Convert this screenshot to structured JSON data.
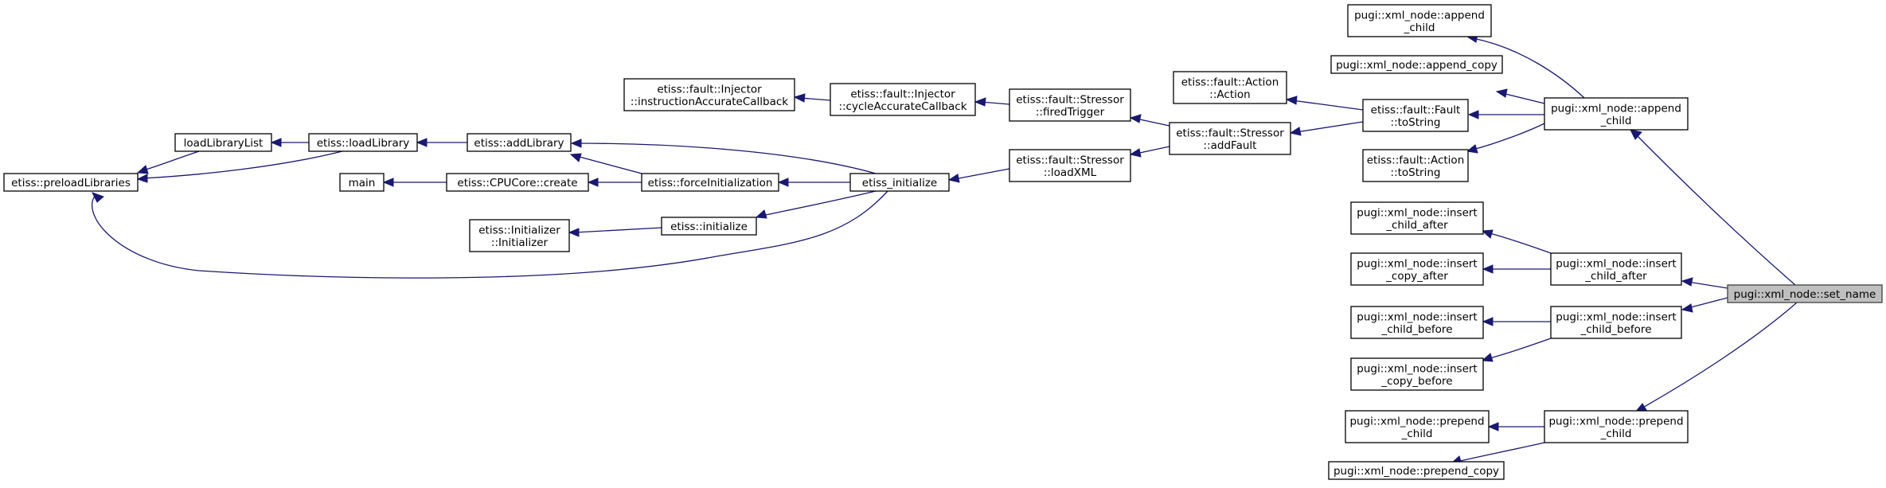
{
  "graph": {
    "nodes": [
      {
        "id": "set_name",
        "lines": [
          "pugi::xml_node::set_name"
        ],
        "highlight": true
      },
      {
        "id": "append_child_r",
        "lines": [
          "pugi::xml_node::append",
          "_child"
        ]
      },
      {
        "id": "insert_child_after_r",
        "lines": [
          "pugi::xml_node::insert",
          "_child_after"
        ]
      },
      {
        "id": "insert_child_before_r",
        "lines": [
          "pugi::xml_node::insert",
          "_child_before"
        ]
      },
      {
        "id": "prepend_child_r",
        "lines": [
          "pugi::xml_node::prepend",
          "_child"
        ]
      },
      {
        "id": "append_child_l",
        "lines": [
          "pugi::xml_node::append",
          "_child"
        ]
      },
      {
        "id": "append_copy",
        "lines": [
          "pugi::xml_node::append_copy"
        ]
      },
      {
        "id": "fault_tostring",
        "lines": [
          "etiss::fault::Fault",
          "::toString"
        ]
      },
      {
        "id": "action_tostring",
        "lines": [
          "etiss::fault::Action",
          "::toString"
        ]
      },
      {
        "id": "insert_child_after_l",
        "lines": [
          "pugi::xml_node::insert",
          "_child_after"
        ]
      },
      {
        "id": "insert_copy_after",
        "lines": [
          "pugi::xml_node::insert",
          "_copy_after"
        ]
      },
      {
        "id": "insert_child_before_l",
        "lines": [
          "pugi::xml_node::insert",
          "_child_before"
        ]
      },
      {
        "id": "insert_copy_before",
        "lines": [
          "pugi::xml_node::insert",
          "_copy_before"
        ]
      },
      {
        "id": "prepend_child_l",
        "lines": [
          "pugi::xml_node::prepend",
          "_child"
        ]
      },
      {
        "id": "prepend_copy",
        "lines": [
          "pugi::xml_node::prepend_copy"
        ]
      },
      {
        "id": "action_action",
        "lines": [
          "etiss::fault::Action",
          "::Action"
        ]
      },
      {
        "id": "stressor_addfault",
        "lines": [
          "etiss::fault::Stressor",
          "::addFault"
        ]
      },
      {
        "id": "stressor_firedtrigger",
        "lines": [
          "etiss::fault::Stressor",
          "::firedTrigger"
        ]
      },
      {
        "id": "stressor_loadxml",
        "lines": [
          "etiss::fault::Stressor",
          "::loadXML"
        ]
      },
      {
        "id": "injector_cycle",
        "lines": [
          "etiss::fault::Injector",
          "::cycleAccurateCallback"
        ]
      },
      {
        "id": "injector_instr",
        "lines": [
          "etiss::fault::Injector",
          "::instructionAccurateCallback"
        ]
      },
      {
        "id": "etiss_initialize",
        "lines": [
          "etiss_initialize"
        ]
      },
      {
        "id": "addlibrary",
        "lines": [
          "etiss::addLibrary"
        ]
      },
      {
        "id": "forceinit",
        "lines": [
          "etiss::forceInitialization"
        ]
      },
      {
        "id": "initialize",
        "lines": [
          "etiss::initialize"
        ]
      },
      {
        "id": "initializer",
        "lines": [
          "etiss::Initializer",
          "::Initializer"
        ]
      },
      {
        "id": "cpucore_create",
        "lines": [
          "etiss::CPUCore::create"
        ]
      },
      {
        "id": "main",
        "lines": [
          "main"
        ]
      },
      {
        "id": "loadlibrary",
        "lines": [
          "etiss::loadLibrary"
        ]
      },
      {
        "id": "loadlibrarylist",
        "lines": [
          "loadLibraryList"
        ]
      },
      {
        "id": "preload",
        "lines": [
          "etiss::preloadLibraries"
        ]
      }
    ],
    "edges": [
      {
        "from": "set_name",
        "to": "append_child_r"
      },
      {
        "from": "set_name",
        "to": "insert_child_after_r"
      },
      {
        "from": "set_name",
        "to": "insert_child_before_r"
      },
      {
        "from": "set_name",
        "to": "prepend_child_r"
      },
      {
        "from": "append_child_r",
        "to": "append_child_l"
      },
      {
        "from": "append_child_r",
        "to": "append_copy"
      },
      {
        "from": "append_child_r",
        "to": "fault_tostring"
      },
      {
        "from": "append_child_r",
        "to": "action_tostring"
      },
      {
        "from": "insert_child_after_r",
        "to": "insert_child_after_l"
      },
      {
        "from": "insert_child_after_r",
        "to": "insert_copy_after"
      },
      {
        "from": "insert_child_before_r",
        "to": "insert_child_before_l"
      },
      {
        "from": "insert_child_before_r",
        "to": "insert_copy_before"
      },
      {
        "from": "prepend_child_r",
        "to": "prepend_child_l"
      },
      {
        "from": "prepend_child_r",
        "to": "prepend_copy"
      },
      {
        "from": "fault_tostring",
        "to": "action_action"
      },
      {
        "from": "fault_tostring",
        "to": "stressor_addfault"
      },
      {
        "from": "stressor_addfault",
        "to": "stressor_firedtrigger"
      },
      {
        "from": "stressor_addfault",
        "to": "stressor_loadxml"
      },
      {
        "from": "stressor_firedtrigger",
        "to": "injector_cycle"
      },
      {
        "from": "injector_cycle",
        "to": "injector_instr"
      },
      {
        "from": "stressor_loadxml",
        "to": "etiss_initialize"
      },
      {
        "from": "etiss_initialize",
        "to": "addlibrary"
      },
      {
        "from": "etiss_initialize",
        "to": "forceinit"
      },
      {
        "from": "etiss_initialize",
        "to": "initialize"
      },
      {
        "from": "etiss_initialize",
        "to": "preload"
      },
      {
        "from": "forceinit",
        "to": "addlibrary"
      },
      {
        "from": "forceinit",
        "to": "cpucore_create"
      },
      {
        "from": "initialize",
        "to": "initializer"
      },
      {
        "from": "cpucore_create",
        "to": "main"
      },
      {
        "from": "addlibrary",
        "to": "loadlibrary"
      },
      {
        "from": "loadlibrary",
        "to": "loadlibrarylist"
      },
      {
        "from": "loadlibrary",
        "to": "preload"
      },
      {
        "from": "loadlibrarylist",
        "to": "preload"
      }
    ]
  },
  "colors": {
    "edge": "#191970",
    "node_border": "#000000",
    "highlight_fill": "#bfbfbf"
  }
}
